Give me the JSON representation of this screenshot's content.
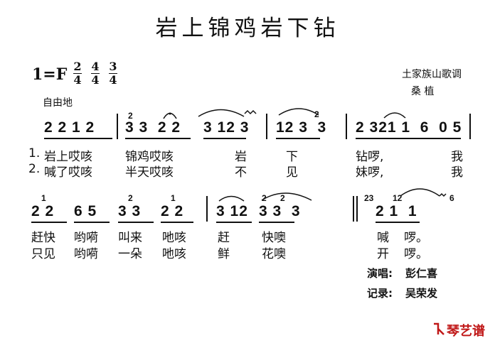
{
  "title": "岩上锦鸡岩下钻",
  "key": "1=F",
  "time_signatures": [
    {
      "top": "2",
      "bottom": "4"
    },
    {
      "top": "4",
      "bottom": "4"
    },
    {
      "top": "3",
      "bottom": "4"
    }
  ],
  "genre": "土家族山歌调",
  "arranger": "桑    植",
  "tempo": "自由地",
  "line1": {
    "m1": "2 2 1 2",
    "m2": "3 3  2 2",
    "m2b": "3 12 3",
    "m3": "12 3  3",
    "m4": "2 321 1  6  0 5",
    "graces": [
      "2",
      "2"
    ],
    "verse1": {
      "num": "1.",
      "m1": "岩上哎咳",
      "m2": "锦鸡哎咳",
      "w1": "岩",
      "w2": "下",
      "w3": "钻啰,",
      "w4": "我"
    },
    "verse2": {
      "num": "2.",
      "m1": "喊了哎咳",
      "m2": "半天哎咳",
      "w1": "不",
      "w2": "见",
      "w3": "妹啰,",
      "w4": "我"
    }
  },
  "line2": {
    "m1a": "2 2",
    "m1b": "6 5",
    "m2a": "3 3",
    "m2b": "2 2",
    "m3a": "3 12",
    "m3b": "3 3  3",
    "m4": "2 1  1",
    "graces": [
      "1",
      "2",
      "1",
      "2",
      "2",
      "23",
      "12",
      "6"
    ],
    "verse1": {
      "a": "赶快",
      "b": "哟嗬",
      "c": "叫来",
      "d": "吔咳",
      "e": "赶",
      "f": "快噢",
      "g": "喊",
      "h": "啰。"
    },
    "verse2": {
      "a": "只见",
      "b": "哟嗬",
      "c": "一朵",
      "d": "吔咳",
      "e": "鲜",
      "f": "花噢",
      "g": "开",
      "h": "啰。"
    }
  },
  "credits": {
    "singer_label": "演唱:",
    "singer": "彭仁喜",
    "recorder_label": "记录:",
    "recorder": "吴荣发"
  },
  "watermark": "琴艺谱"
}
